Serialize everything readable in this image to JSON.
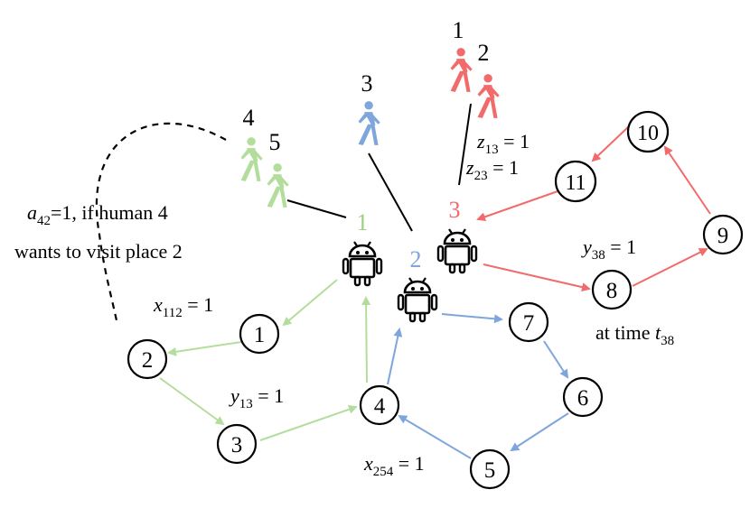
{
  "colors": {
    "green": "#b3dd9c",
    "green_label": "#9ccf7f",
    "blue": "#7ea6dc",
    "red": "#f26b6b",
    "black": "#000000"
  },
  "robots": [
    {
      "id": "robot-1",
      "label": "1",
      "color": "#9ccf7f"
    },
    {
      "id": "robot-2",
      "label": "2",
      "color": "#7ea6dc"
    },
    {
      "id": "robot-3",
      "label": "3",
      "color": "#f26b6b"
    }
  ],
  "humans": [
    {
      "id": "human-1",
      "label": "1",
      "color": "#f26b6b"
    },
    {
      "id": "human-2",
      "label": "2",
      "color": "#f26b6b"
    },
    {
      "id": "human-3",
      "label": "3",
      "color": "#7ea6dc"
    },
    {
      "id": "human-4",
      "label": "4",
      "color": "#b3dd9c"
    },
    {
      "id": "human-5",
      "label": "5",
      "color": "#b3dd9c"
    }
  ],
  "places": [
    "1",
    "2",
    "3",
    "4",
    "5",
    "6",
    "7",
    "8",
    "9",
    "10",
    "11"
  ],
  "annotations": {
    "x112": {
      "var": "x",
      "sub": "112",
      "rest": " = 1"
    },
    "y13": {
      "var": "y",
      "sub": "13",
      "rest": " = 1"
    },
    "x254": {
      "var": "x",
      "sub": "254",
      "rest": " = 1"
    },
    "y38": {
      "var": "y",
      "sub": "38",
      "rest": " = 1"
    },
    "z13": {
      "var": "z",
      "sub": "13",
      "rest": " = 1"
    },
    "z23": {
      "var": "z",
      "sub": "23",
      "rest": " = 1"
    },
    "a42": {
      "var": "a",
      "sub": "42",
      "rest": "=1, if human 4"
    },
    "a42_line2": "wants to visit place 2",
    "time": {
      "prefix": "at time ",
      "var": "t",
      "sub": "38"
    }
  }
}
